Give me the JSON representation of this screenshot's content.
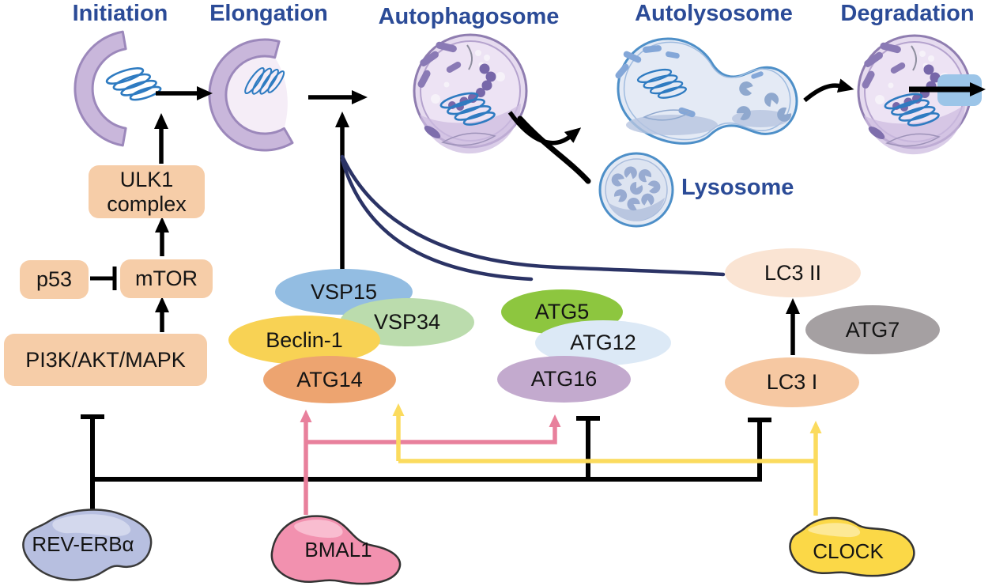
{
  "stages": {
    "initiation": "Initiation",
    "elongation": "Elongation",
    "autophagosome": "Autophagosome",
    "autolysosome": "Autolysosome",
    "degradation": "Degradation",
    "lysosome": "Lysosome"
  },
  "signaling": {
    "ulk1_line1": "ULK1",
    "ulk1_line2": "complex",
    "p53": "p53",
    "mtor": "mTOR",
    "pi3k": "PI3K/AKT/MAPK"
  },
  "complexes": {
    "vsp15": "VSP15",
    "vsp34": "VSP34",
    "beclin1": "Beclin-1",
    "atg14": "ATG14",
    "atg5": "ATG5",
    "atg12": "ATG12",
    "atg16": "ATG16",
    "lc3ii": "LC3 II",
    "atg7": "ATG7",
    "lc3i": "LC3 I"
  },
  "clock_genes": {
    "reverb": "REV-ERBα",
    "bmal1": "BMAL1",
    "clock": "CLOCK"
  },
  "colors": {
    "label_blue": "#2B4B97",
    "box_peach": "#F6CDA8",
    "vsp15_blue": "#93BDE2",
    "vsp34_green": "#BBDCAD",
    "beclin_yellow": "#F8D254",
    "atg14_orange": "#EDA470",
    "atg5_green": "#8DC63F",
    "atg12_lightblue": "#DCE9F6",
    "atg16_purple": "#C3AACE",
    "lc3ii_palepeach": "#FAE4D3",
    "atg7_gray": "#A5A0A2",
    "lc3i_peach": "#F6C8A2",
    "reverb_blob": "#B7BFE0",
    "bmal1_blob": "#F291AF",
    "clock_blob": "#FBD847",
    "activation_pink": "#E8809C",
    "activation_yellow": "#FBDB5E",
    "membrane_purple": "#C9B7DB",
    "navy_curve": "#2B3365",
    "inhibition_black": "#000000"
  }
}
